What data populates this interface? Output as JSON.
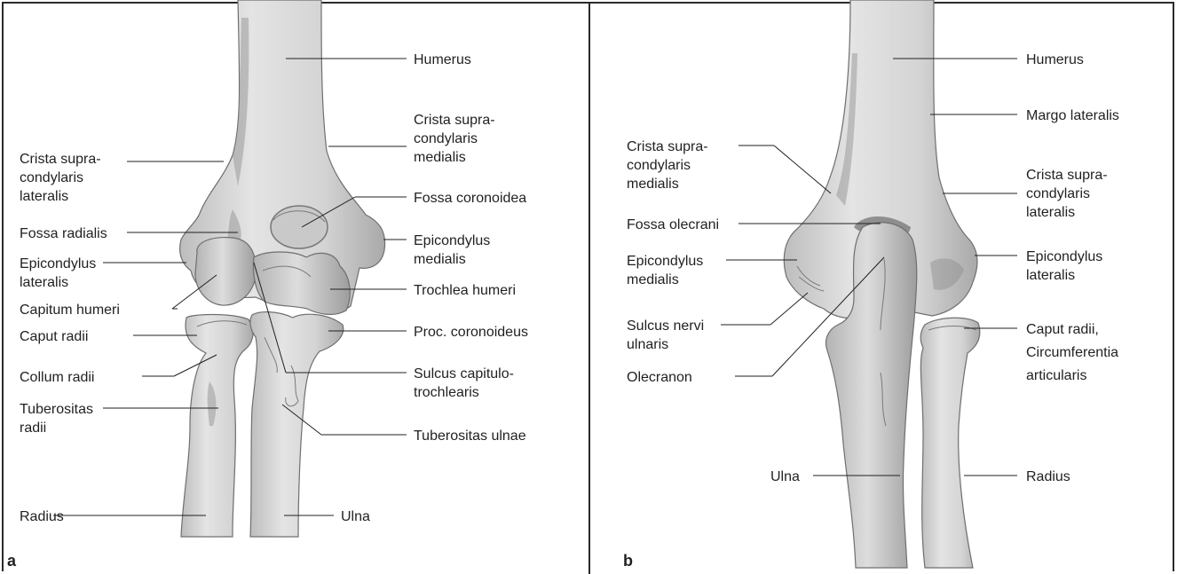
{
  "panels": {
    "a": {
      "letter": "a",
      "labels": {
        "humerus": "Humerus",
        "crista_medialis": [
          "Crista supra-",
          "condylaris",
          "medialis"
        ],
        "crista_lateralis": [
          "Crista supra-",
          "condylaris",
          "lateralis"
        ],
        "fossa_coronoidea": "Fossa coronoidea",
        "fossa_radialis": "Fossa radialis",
        "epicondylus_medialis": [
          "Epicondylus",
          "medialis"
        ],
        "epicondylus_lateralis": [
          "Epicondylus",
          "lateralis"
        ],
        "trochlea_humeri": "Trochlea humeri",
        "capitum_humeri": "Capitum humeri",
        "caput_radii": "Caput radii",
        "proc_coronoideus": "Proc. coronoideus",
        "collum_radii": "Collum radii",
        "sulcus_capitulotrochlearis": [
          "Sulcus capitulo-",
          "trochlearis"
        ],
        "tuberositas_radii": [
          "Tuberositas",
          "radii"
        ],
        "tuberositas_ulnae": "Tuberositas ulnae",
        "radius": "Radius",
        "ulna": "Ulna"
      }
    },
    "b": {
      "letter": "b",
      "labels": {
        "humerus": "Humerus",
        "margo_lateralis": "Margo lateralis",
        "crista_medialis": [
          "Crista supra-",
          "condylaris",
          "medialis"
        ],
        "crista_lateralis": [
          "Crista supra-",
          "condylaris",
          "lateralis"
        ],
        "fossa_olecrani": "Fossa olecrani",
        "epicondylus_medialis": [
          "Epicondylus",
          "medialis"
        ],
        "epicondylus_lateralis": [
          "Epicondylus",
          "lateralis"
        ],
        "sulcus_nervi_ulnaris": [
          "Sulcus nervi",
          "ulnaris"
        ],
        "caput_radii": [
          "Caput radii,",
          "Circumferentia",
          "articularis"
        ],
        "olecranon": "Olecranon",
        "ulna": "Ulna",
        "radius": "Radius"
      }
    }
  }
}
